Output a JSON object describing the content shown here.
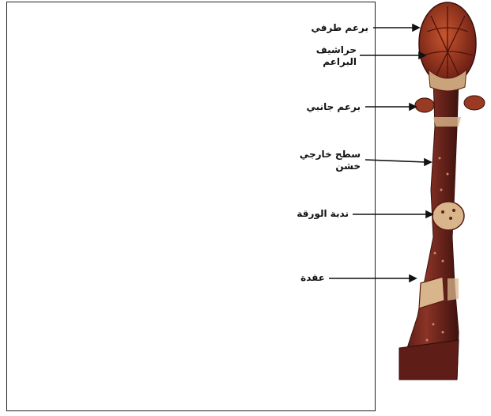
{
  "diagram": {
    "labels": {
      "terminal_bud": "برعم طرفي",
      "bud_scales": "حراشيف البراعم",
      "lateral_bud": "برعم جانبي",
      "rough_surface": "سطح خارجي خشن",
      "leaf_scar": "ندبة الورقة",
      "node": "عقدة"
    },
    "colors": {
      "stem": "#7b2b22",
      "stem_dark": "#4e1712",
      "bud": "#9a3a22",
      "scar": "#d9b58c",
      "arrow": "#111111"
    }
  }
}
